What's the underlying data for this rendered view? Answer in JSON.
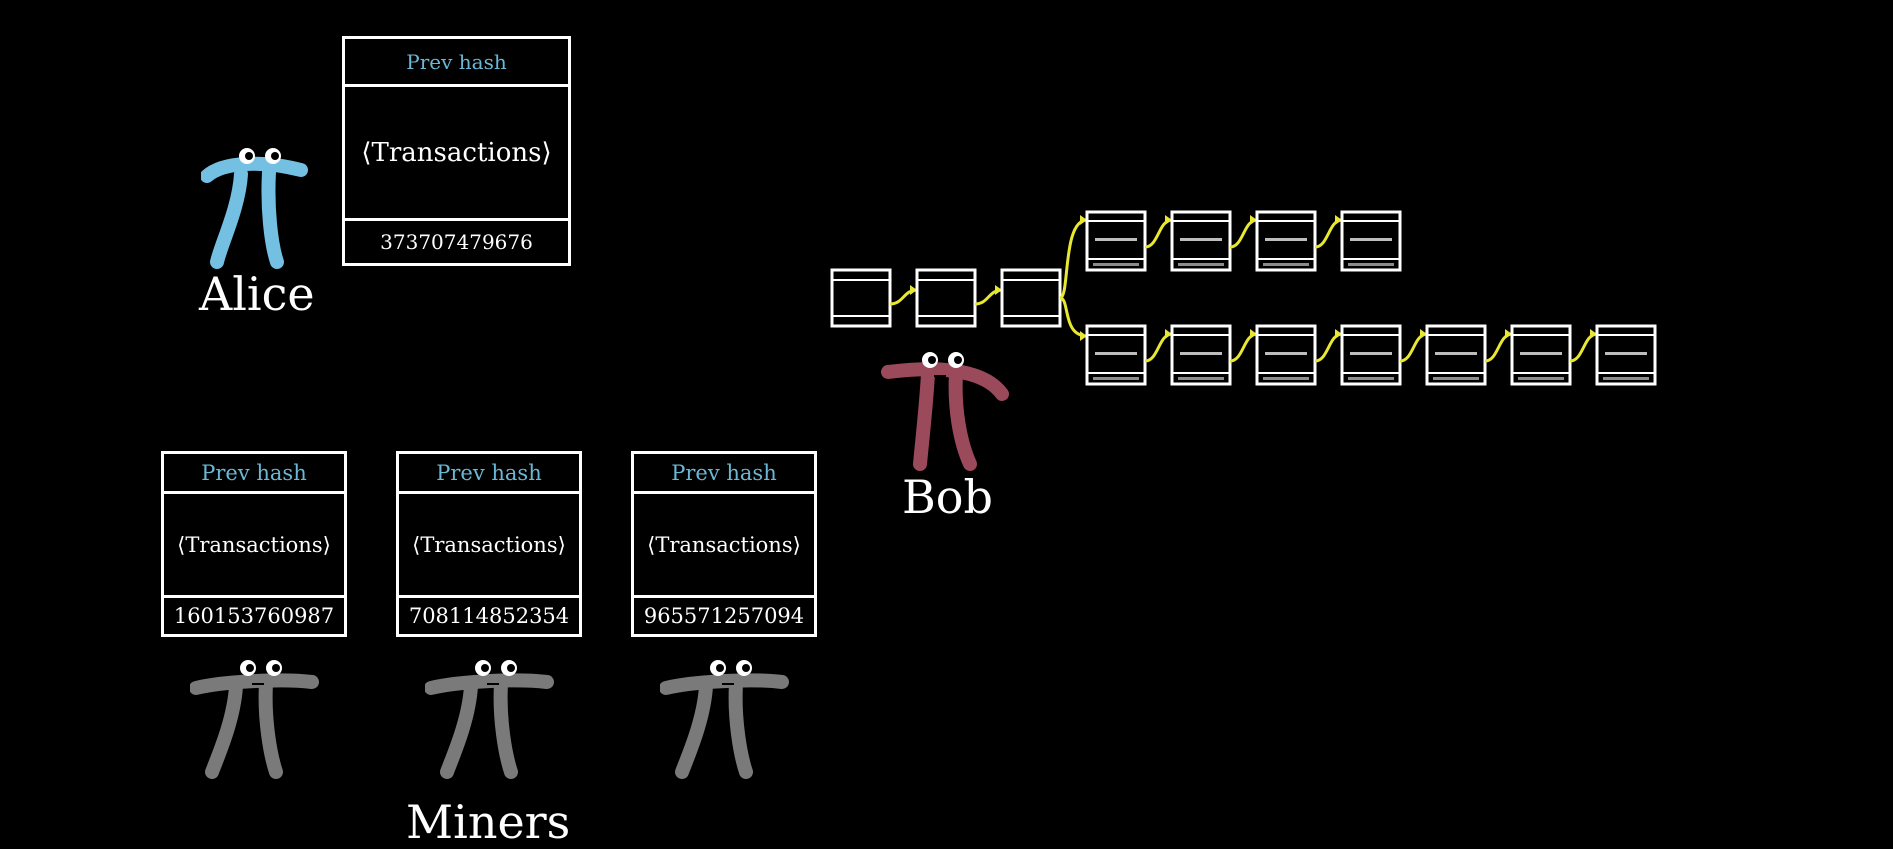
{
  "colors": {
    "background": "#000000",
    "prev_hash_text": "#6bb8d6",
    "alice_pi": "#74c0e3",
    "bob_pi": "#9b4a5c",
    "miner_pi": "#7a7a7a",
    "chain_arrows": "#e8e832",
    "block_border": "#ffffff"
  },
  "alice": {
    "name": "Alice",
    "block": {
      "prev_hash": "Prev hash",
      "transactions": "⟨Transactions⟩",
      "nonce": "373707479676"
    }
  },
  "bob": {
    "name": "Bob"
  },
  "miners": {
    "label": "Miners",
    "blocks": [
      {
        "prev_hash": "Prev hash",
        "transactions": "⟨Transactions⟩",
        "nonce": "160153760987"
      },
      {
        "prev_hash": "Prev hash",
        "transactions": "⟨Transactions⟩",
        "nonce": "708114852354"
      },
      {
        "prev_hash": "Prev hash",
        "transactions": "⟨Transactions⟩",
        "nonce": "965571257094"
      }
    ]
  },
  "chain": {
    "trunk_blocks": 3,
    "upper_branch_blocks": 4,
    "lower_branch_blocks": 7
  },
  "icons": {
    "character": "pi-creature-icon",
    "chain_link": "curved-arrow-icon"
  }
}
